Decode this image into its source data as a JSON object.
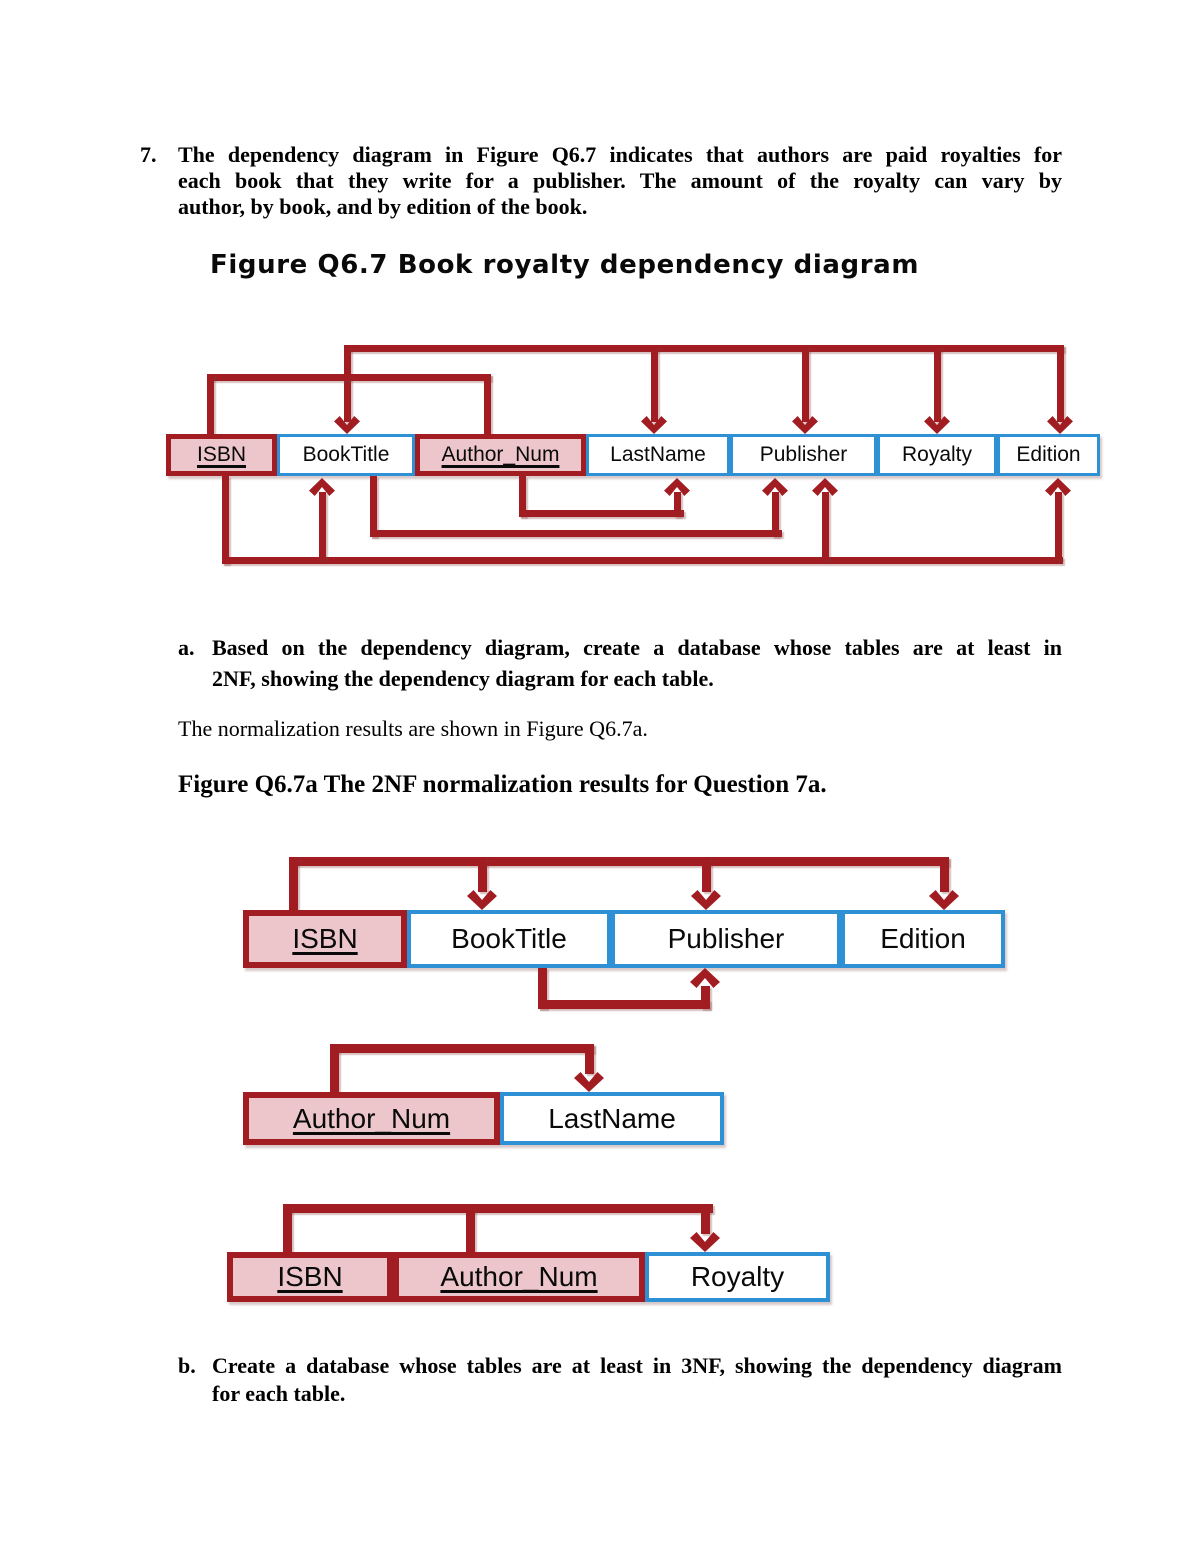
{
  "document": {
    "item7": {
      "number": "7.",
      "lines": [
        "The dependency diagram in Figure Q6.7 indicates that authors are paid royalties for",
        "each book that they write for a publisher.  The amount of the royalty can vary by",
        "author, by book, and by edition of the book."
      ]
    },
    "item_a": {
      "number": "a.",
      "lines": [
        "Based on the dependency diagram, create a database whose tables are at least in",
        "2NF, showing the dependency diagram for each table."
      ]
    },
    "normalization_note": "The normalization results are shown in Figure Q6.7a.",
    "item_b": {
      "number": "b.",
      "lines": [
        "Create a database whose tables are at least in 3NF, showing the dependency diagram",
        "for each table."
      ]
    }
  },
  "colors": {
    "line_red": "#a11d22",
    "key_fill_pink": "#ecc6ca",
    "attribute_border_blue": "#2e91d5",
    "text": "#000000",
    "background": "#ffffff"
  },
  "figure_q67": {
    "title": "Figure Q6.7 Book royalty dependency diagram",
    "fields": [
      {
        "label": "ISBN",
        "key": true
      },
      {
        "label": "BookTitle",
        "key": false
      },
      {
        "label": "Author_Num",
        "key": true
      },
      {
        "label": "LastName",
        "key": false
      },
      {
        "label": "Publisher",
        "key": false
      },
      {
        "label": "Royalty",
        "key": false
      },
      {
        "label": "Edition",
        "key": false
      }
    ],
    "dependencies": [
      "ISBN, Author_Num -> BookTitle, LastName, Publisher, Royalty, Edition",
      "ISBN -> BookTitle, Publisher, Edition",
      "BookTitle -> Publisher",
      "Author_Num -> LastName"
    ]
  },
  "figure_q67a": {
    "title": "Figure Q6.7a The 2NF normalization results for Question 7a.",
    "tables": [
      {
        "fields": [
          {
            "label": "ISBN",
            "key": true
          },
          {
            "label": "BookTitle",
            "key": false
          },
          {
            "label": "Publisher",
            "key": false
          },
          {
            "label": "Edition",
            "key": false
          }
        ],
        "dependencies": [
          "ISBN -> BookTitle, Publisher, Edition",
          "BookTitle -> Publisher"
        ]
      },
      {
        "fields": [
          {
            "label": "Author_Num",
            "key": true
          },
          {
            "label": "LastName",
            "key": false
          }
        ],
        "dependencies": [
          "Author_Num -> LastName"
        ]
      },
      {
        "fields": [
          {
            "label": "ISBN",
            "key": true
          },
          {
            "label": "Author_Num",
            "key": true
          },
          {
            "label": "Royalty",
            "key": false
          }
        ],
        "dependencies": [
          "ISBN, Author_Num -> Royalty"
        ]
      }
    ]
  }
}
